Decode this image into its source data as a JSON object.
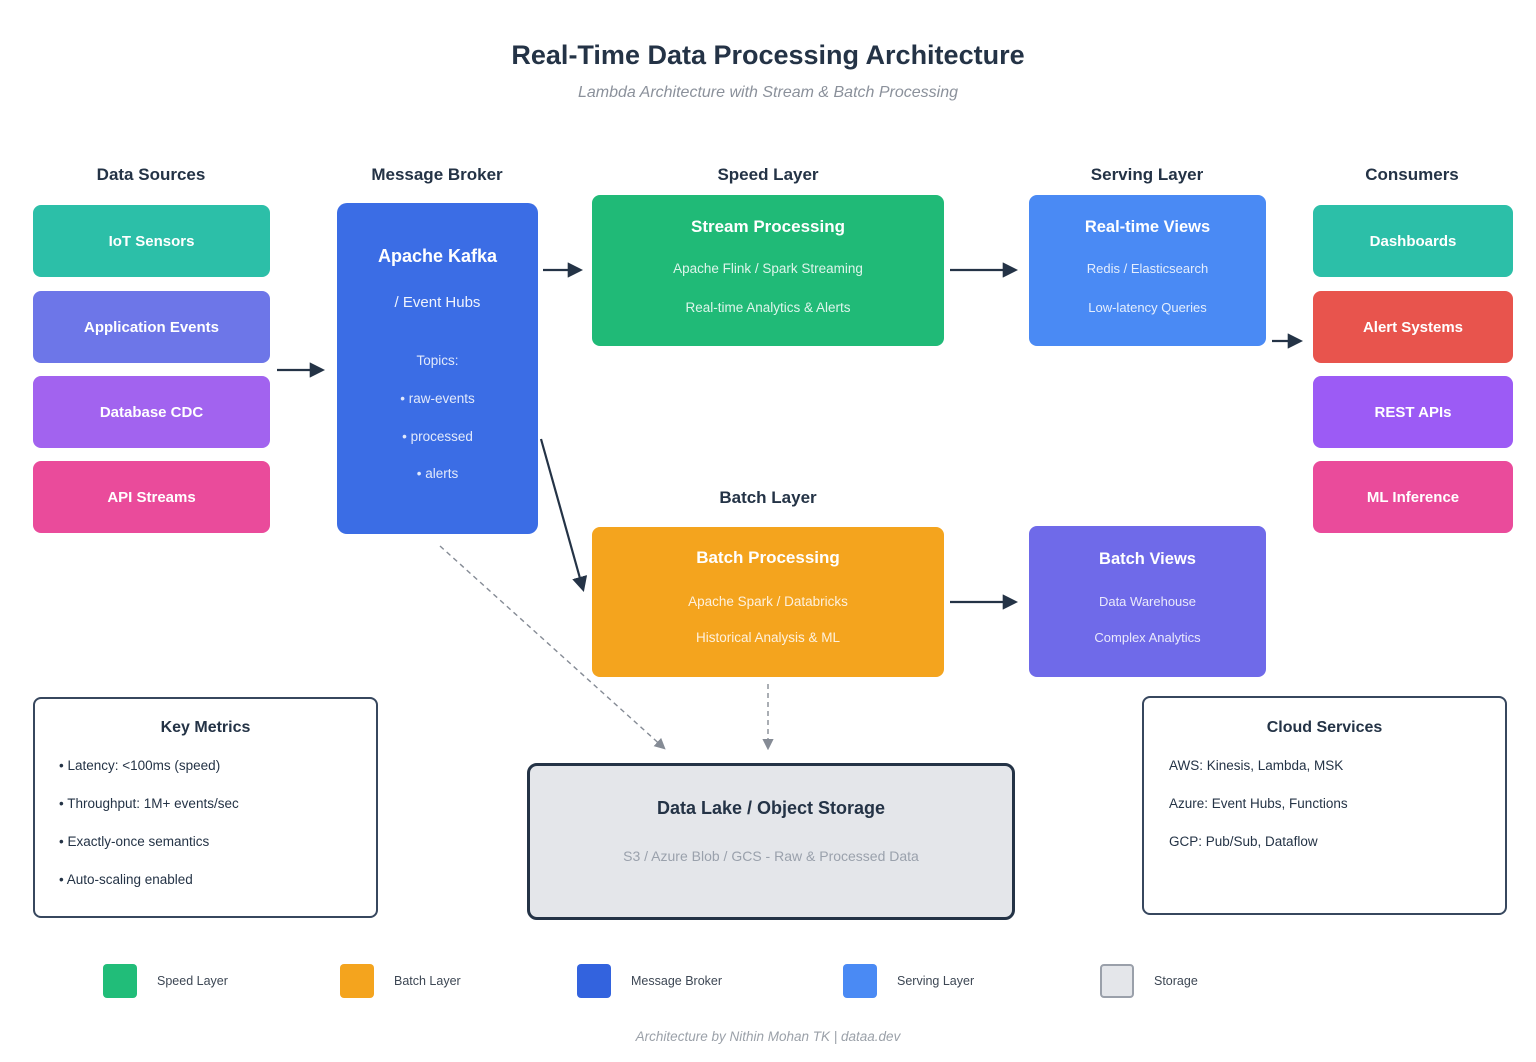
{
  "title": "Real-Time Data Processing Architecture",
  "subtitle": "Lambda Architecture with Stream & Batch Processing",
  "footer": "Architecture by Nithin Mohan TK | dataa.dev",
  "colors": {
    "ink": "#243346",
    "dashed_arrow": "#858b95"
  },
  "columns": {
    "data_sources": {
      "header": "Data Sources",
      "items": [
        {
          "label": "IoT Sensors",
          "color": "#2cbfa8"
        },
        {
          "label": "Application Events",
          "color": "#6d76e8"
        },
        {
          "label": "Database CDC",
          "color": "#a263ef"
        },
        {
          "label": "API Streams",
          "color": "#ea4b9b"
        }
      ]
    },
    "message_broker": {
      "header": "Message Broker",
      "box": {
        "color": "#3b6de5",
        "title": "Apache Kafka",
        "subtitle": "/ Event Hubs",
        "topics_label": "Topics:",
        "topics": [
          "• raw-events",
          "• processed",
          "• alerts"
        ]
      }
    },
    "speed_layer": {
      "header": "Speed Layer",
      "box": {
        "color": "#20ba77",
        "title": "Stream Processing",
        "lines": [
          "Apache Flink / Spark Streaming",
          "Real-time Analytics & Alerts"
        ]
      }
    },
    "serving_layer": {
      "header": "Serving Layer",
      "box": {
        "color": "#4a8af4",
        "title": "Real-time Views",
        "lines": [
          "Redis / Elasticsearch",
          "Low-latency Queries"
        ]
      }
    },
    "batch_layer": {
      "header": "Batch Layer",
      "box": {
        "color": "#f4a41e",
        "title": "Batch Processing",
        "lines": [
          "Apache Spark / Databricks",
          "Historical Analysis & ML"
        ]
      },
      "views": {
        "color": "#6f6ae9",
        "title": "Batch Views",
        "lines": [
          "Data Warehouse",
          "Complex Analytics"
        ]
      }
    },
    "consumers": {
      "header": "Consumers",
      "items": [
        {
          "label": "Dashboards",
          "color": "#2cbfa8"
        },
        {
          "label": "Alert Systems",
          "color": "#e8544d"
        },
        {
          "label": "REST APIs",
          "color": "#9c5bf5"
        },
        {
          "label": "ML Inference",
          "color": "#ea4b9b"
        }
      ]
    }
  },
  "key_metrics": {
    "title": "Key Metrics",
    "items": [
      "• Latency: <100ms (speed)",
      "• Throughput: 1M+ events/sec",
      "• Exactly-once semantics",
      "• Auto-scaling enabled"
    ]
  },
  "data_lake": {
    "title": "Data Lake / Object Storage",
    "subtitle": "S3 / Azure Blob / GCS - Raw & Processed Data"
  },
  "cloud_services": {
    "title": "Cloud Services",
    "items": [
      "AWS: Kinesis, Lambda, MSK",
      "Azure: Event Hubs, Functions",
      "GCP: Pub/Sub, Dataflow"
    ]
  },
  "legend": [
    {
      "label": "Speed Layer",
      "color": "#21bd79"
    },
    {
      "label": "Batch Layer",
      "color": "#f4a41e"
    },
    {
      "label": "Message Broker",
      "color": "#3363de"
    },
    {
      "label": "Serving Layer",
      "color": "#4a8af4"
    },
    {
      "label": "Storage",
      "color": "#e4e6ea"
    }
  ]
}
